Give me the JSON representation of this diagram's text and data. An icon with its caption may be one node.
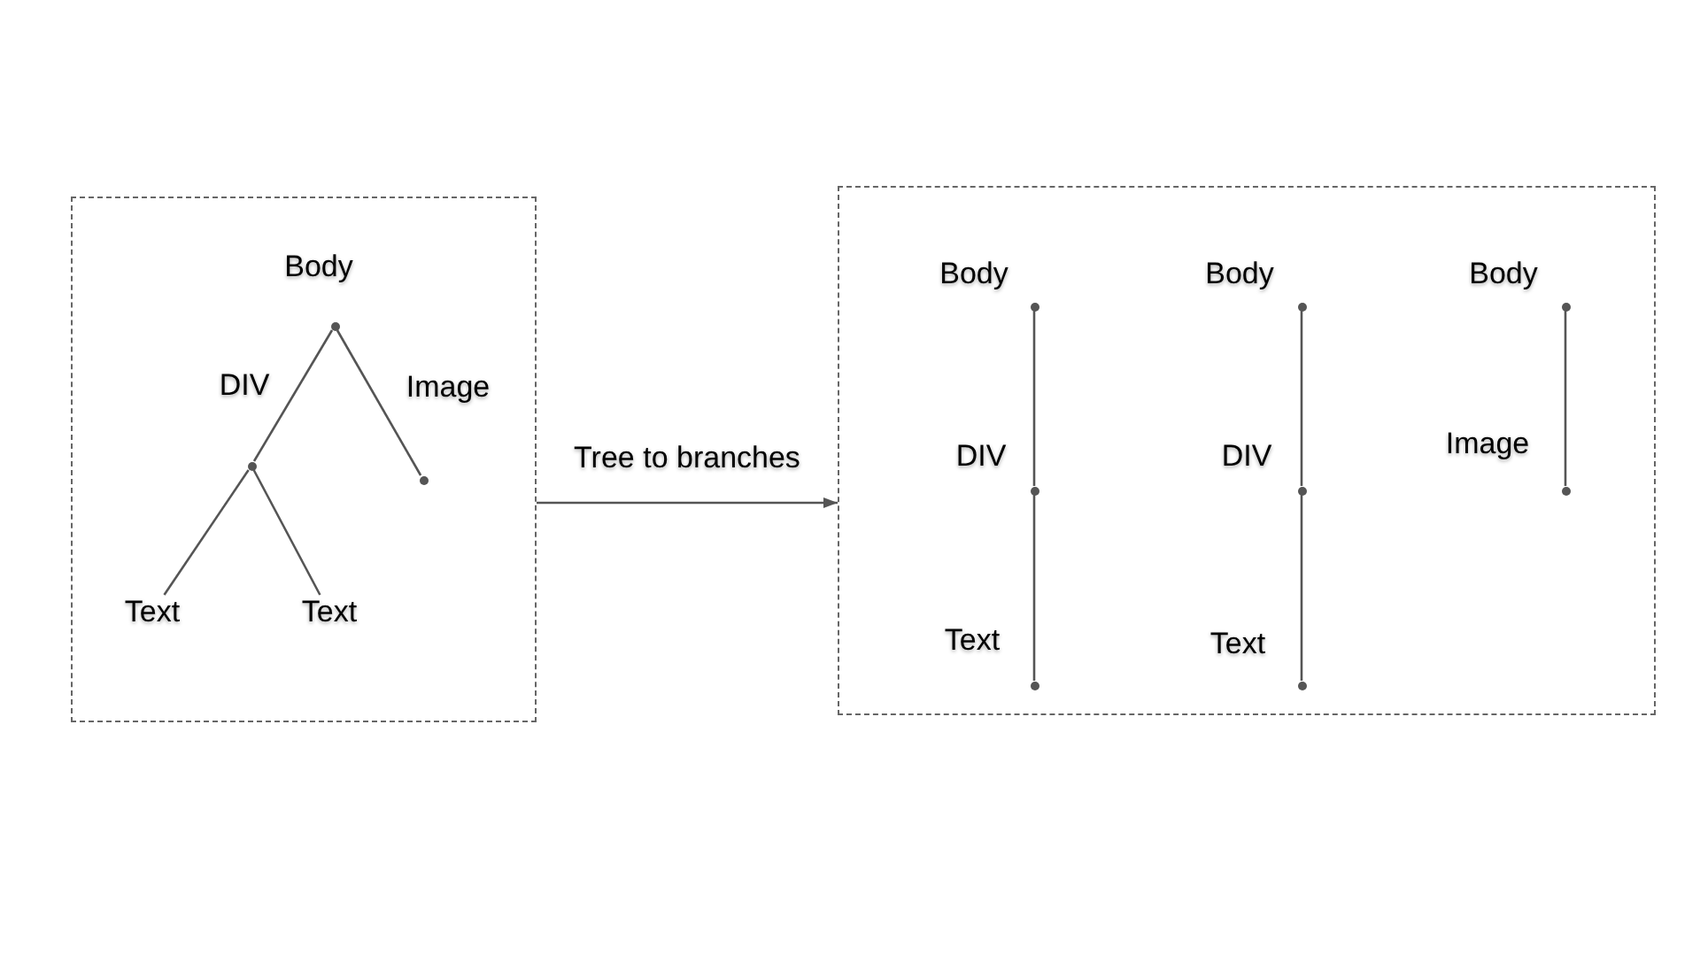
{
  "diagram": {
    "nodes": [
      {
        "text": [],
        "shape": "box"
      },
      {
        "text": [],
        "shape": "circle",
        "in": 0,
        "beside": [
          "Body"
        ]
      },
      {
        "text": [],
        "shape": "circle",
        "in": 0,
        "beside": [
          "DIV"
        ]
      },
      {
        "text": [],
        "shape": "circle",
        "in": 0,
        "beside": [
          "Image"
        ]
      },
      {
        "text": [
          "Text"
        ],
        "in": 0
      },
      {
        "text": [
          "Text"
        ],
        "in": 0
      },
      {
        "text": [],
        "shape": "box"
      },
      {
        "text": [],
        "shape": "circle",
        "in": 6,
        "beside": [
          "Body"
        ]
      },
      {
        "text": [],
        "shape": "circle",
        "in": 6,
        "beside": [
          "DIV"
        ]
      },
      {
        "text": [],
        "shape": "circle",
        "in": 6,
        "beside": [
          "Text"
        ]
      },
      {
        "text": [],
        "shape": "circle",
        "in": 6,
        "beside": [
          "Body"
        ]
      },
      {
        "text": [],
        "shape": "circle",
        "in": 6,
        "beside": [
          "DIV"
        ]
      },
      {
        "text": [],
        "shape": "circle",
        "in": 6,
        "beside": [
          "Text"
        ]
      },
      {
        "text": [],
        "shape": "circle",
        "in": 6,
        "beside": [
          "Body"
        ]
      },
      {
        "text": [],
        "shape": "circle",
        "in": 6,
        "beside": [
          "Image"
        ]
      }
    ],
    "edges": [
      {
        "from": 1,
        "to": 2,
        "arrow": "none"
      },
      {
        "from": 1,
        "to": 3,
        "arrow": "none"
      },
      {
        "from": 2,
        "to": 4,
        "arrow": "none"
      },
      {
        "from": 2,
        "to": 5,
        "arrow": "none"
      },
      {
        "from": 0,
        "to": 6,
        "arrow": "to",
        "label": "Tree to branches"
      },
      {
        "from": 7,
        "to": 8,
        "arrow": "none"
      },
      {
        "from": 8,
        "to": 9,
        "arrow": "none"
      },
      {
        "from": 10,
        "to": 11,
        "arrow": "none"
      },
      {
        "from": 11,
        "to": 12,
        "arrow": "none"
      },
      {
        "from": 13,
        "to": 14,
        "arrow": "none"
      }
    ]
  }
}
